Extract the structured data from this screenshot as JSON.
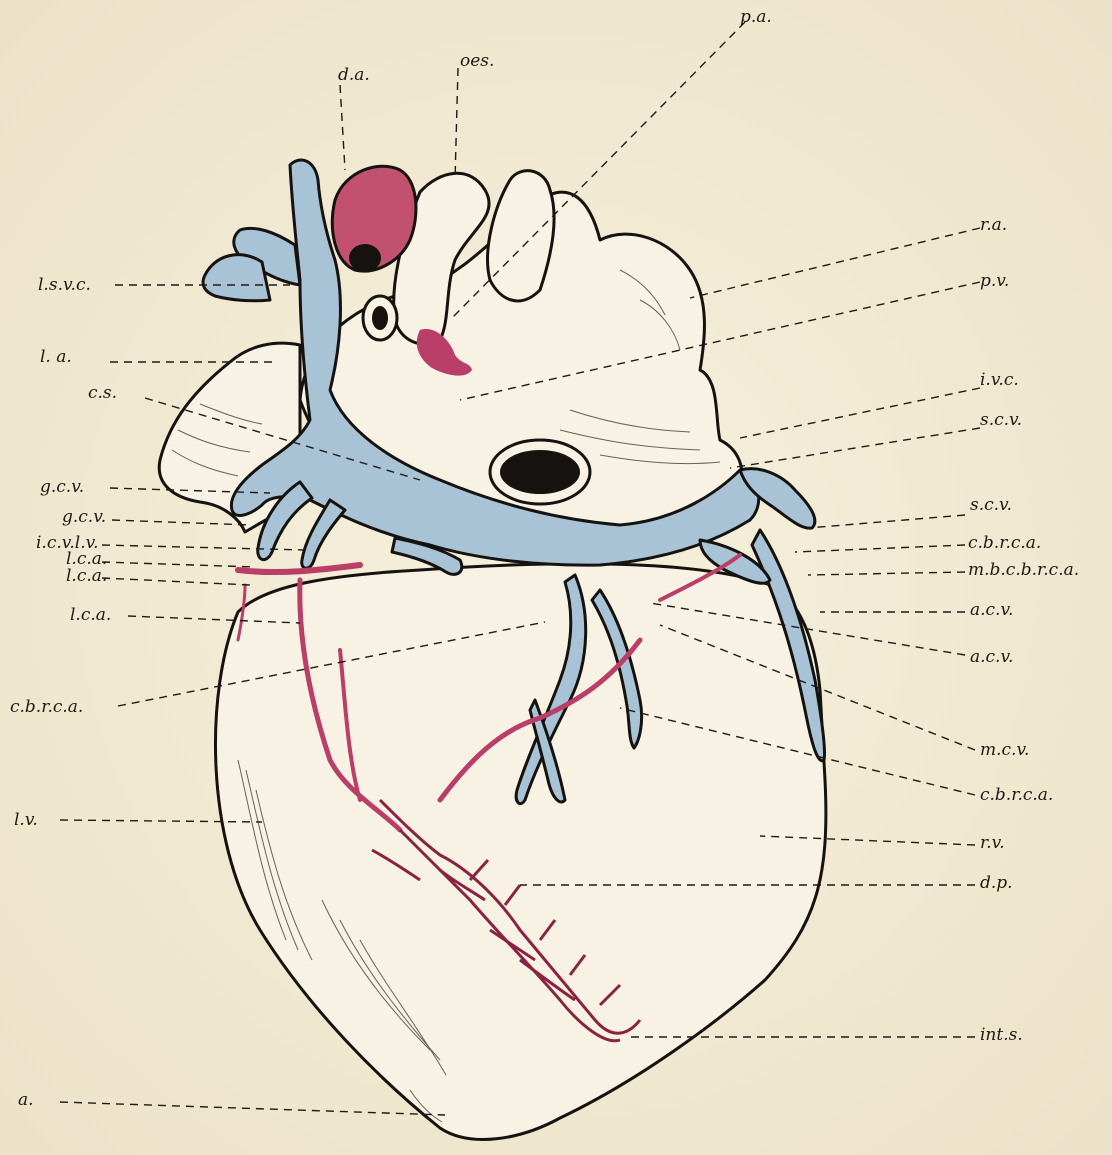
{
  "colors": {
    "paper": "#f3ecd6",
    "vein_blue": "#a9c3d6",
    "artery_red": "#b93e68",
    "ink": "#151210"
  },
  "labels": {
    "pa": "p.a.",
    "da": "d.a.",
    "oes": "oes.",
    "lsvc": "l.s.v.c.",
    "ra": "r.a.",
    "pv": "p.v.",
    "la": "l. a.",
    "cs": "c.s.",
    "ivc": "i.v.c.",
    "scv1": "s.c.v.",
    "gcv1": "g.c.v.",
    "gcv2": "g.c.v.",
    "icvlv": "i.c.v.l.v.",
    "lca1": "l.c.a.",
    "lca2": "l.c.a.",
    "lca3": "l.c.a.",
    "scv2": "s.c.v.",
    "cbrca_r1": "c.b.r.c.a.",
    "mbcbrca": "m.b.c.b.r.c.a.",
    "acv1": "a.c.v.",
    "acv2": "a.c.v.",
    "cbrca_l": "c.b.r.c.a.",
    "mcv": "m.c.v.",
    "cbrca_r2": "c.b.r.c.a.",
    "lv": "l.v.",
    "rv": "r.v.",
    "dp": "d.p.",
    "ints": "int.s.",
    "a": "a."
  }
}
